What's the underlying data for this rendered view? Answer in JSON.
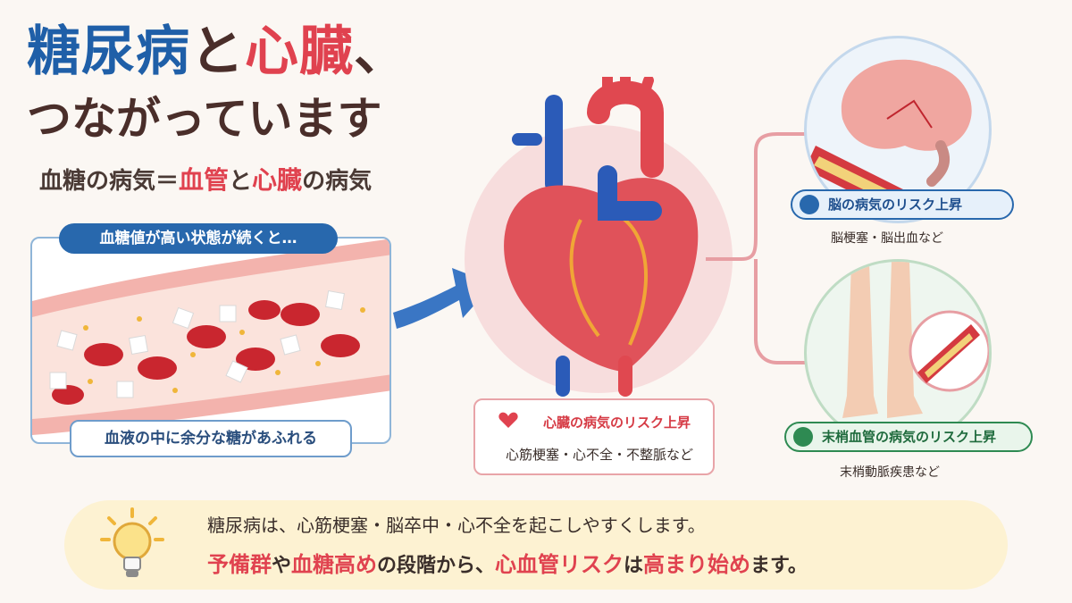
{
  "title": {
    "part1": "糖尿病",
    "part2": "と",
    "part3": "心臓",
    "part4": "、",
    "line2": "つながっています"
  },
  "subtitle": {
    "a": "血糖の病気＝",
    "b": "血管",
    "c": "と",
    "d": "心臓",
    "e": "の病気"
  },
  "vessel": {
    "pill": "血糖値が高い状態が続くと…",
    "callout": "血液の中に余分な糖があふれる"
  },
  "heart": {
    "title": "心臓の病気のリスク上昇",
    "sub": "心筋梗塞・心不全・不整脈など"
  },
  "brain": {
    "title": "脳の病気のリスク上昇",
    "sub": "脳梗塞・脳出血など"
  },
  "legs": {
    "title": "末梢血管の病気のリスク上昇",
    "sub": "末梢動脈疾患など"
  },
  "banner": {
    "line1": "糖尿病は、心筋梗塞・脳卒中・心不全を起こしやすくします。",
    "l2a": "予備群",
    "l2b": "や",
    "l2c": "血糖高め",
    "l2d": "の段階から、",
    "l2e": "心血管リスク",
    "l2f": "は",
    "l2g": "高まり始め",
    "l2h": "ます。"
  },
  "icons": [
    "heart-icon",
    "brain-icon",
    "walking-person-icon",
    "light-bulb-icon"
  ],
  "colors": {
    "blue": "#1f5fa8",
    "red": "#e0424f",
    "green": "#2e8a52",
    "banner": "#fdf2d2"
  }
}
